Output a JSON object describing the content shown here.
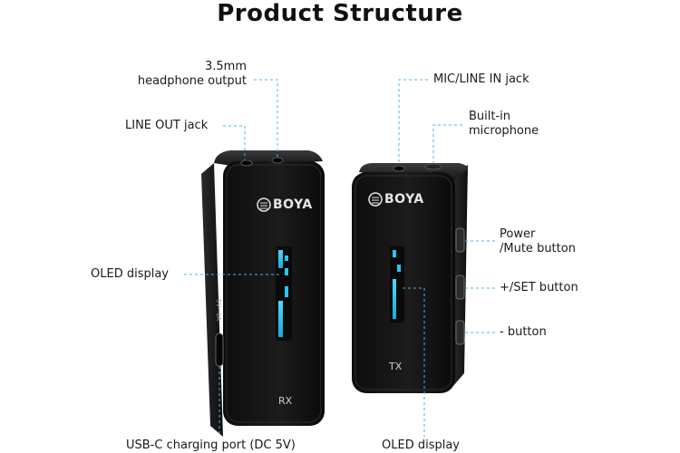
{
  "title": "Product Structure",
  "labels": {
    "headphone_output": [
      "3.5mm",
      "headphone output"
    ],
    "line_out": "LINE OUT jack",
    "oled_rx": "OLED display",
    "usb_c": "USB-C charging port (DC 5V)",
    "mic_line_in": "MIC/LINE IN jack",
    "builtin_mic": [
      "Built-in",
      "microphone"
    ],
    "power_mute": [
      "Power",
      "/Mute button"
    ],
    "plus_set": "+/SET button",
    "minus": "- button",
    "oled_tx": "OLED display"
  },
  "devices": {
    "rx": {
      "brand": "BOYA",
      "tag": "RX",
      "side_text": "5V⎓1A"
    },
    "tx": {
      "brand": "BOYA",
      "tag": "TX"
    }
  },
  "colors": {
    "leader_line": "#4bb7e6",
    "device_body": "#161616",
    "oled": "#27c6f2"
  },
  "icons": [
    "boya-logo-icon"
  ]
}
